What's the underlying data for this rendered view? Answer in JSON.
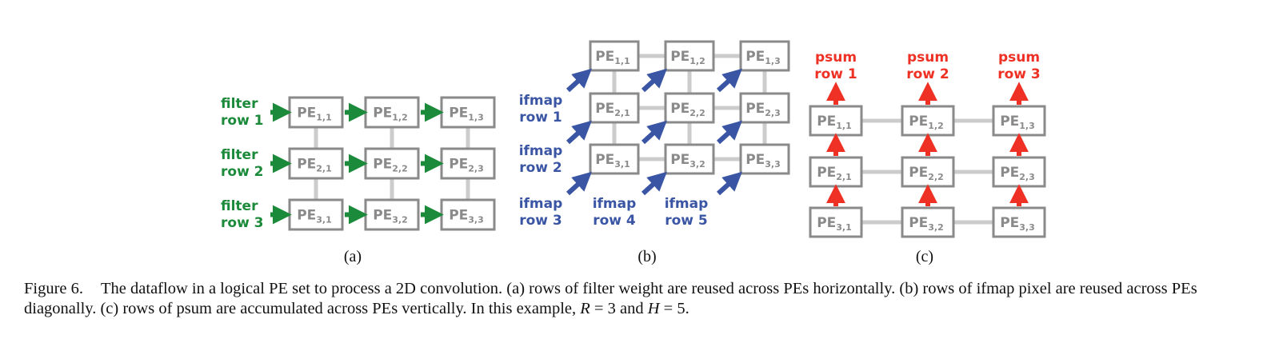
{
  "colors": {
    "filter": "#1b8a3a",
    "ifmap": "#3a55a4",
    "psum": "#ee3124",
    "pe_border": "#8a8a8a",
    "pe_text": "#8a8a8a",
    "link": "#cccccc"
  },
  "pe_grid": {
    "rows": 3,
    "cols": 3,
    "prefix": "PE"
  },
  "panels": [
    {
      "id": "a",
      "label": "(a)",
      "dataflow": "horizontal",
      "input_labels": [
        {
          "line1": "filter",
          "line2": "row 1"
        },
        {
          "line1": "filter",
          "line2": "row 2"
        },
        {
          "line1": "filter",
          "line2": "row 3"
        }
      ]
    },
    {
      "id": "b",
      "label": "(b)",
      "dataflow": "diagonal",
      "input_labels": [
        {
          "line1": "ifmap",
          "line2": "row 1"
        },
        {
          "line1": "ifmap",
          "line2": "row 2"
        },
        {
          "line1": "ifmap",
          "line2": "row 3"
        },
        {
          "line1": "ifmap",
          "line2": "row 4"
        },
        {
          "line1": "ifmap",
          "line2": "row 5"
        }
      ]
    },
    {
      "id": "c",
      "label": "(c)",
      "dataflow": "vertical",
      "output_labels": [
        {
          "line1": "psum",
          "line2": "row 1"
        },
        {
          "line1": "psum",
          "line2": "row 2"
        },
        {
          "line1": "psum",
          "line2": "row 3"
        }
      ]
    }
  ],
  "caption": {
    "figure_number": "Figure 6.",
    "text_part1": "The dataflow in a logical PE set to process a 2D convolution. (a) rows of filter weight are reused across PEs horizontally. (b) rows of ifmap pixel are reused across PEs diagonally. (c) rows of psum are accumulated across PEs vertically. In this example, ",
    "var_R": "R",
    "text_part2": " = 3 and ",
    "var_H": "H",
    "text_part3": " = 5."
  }
}
